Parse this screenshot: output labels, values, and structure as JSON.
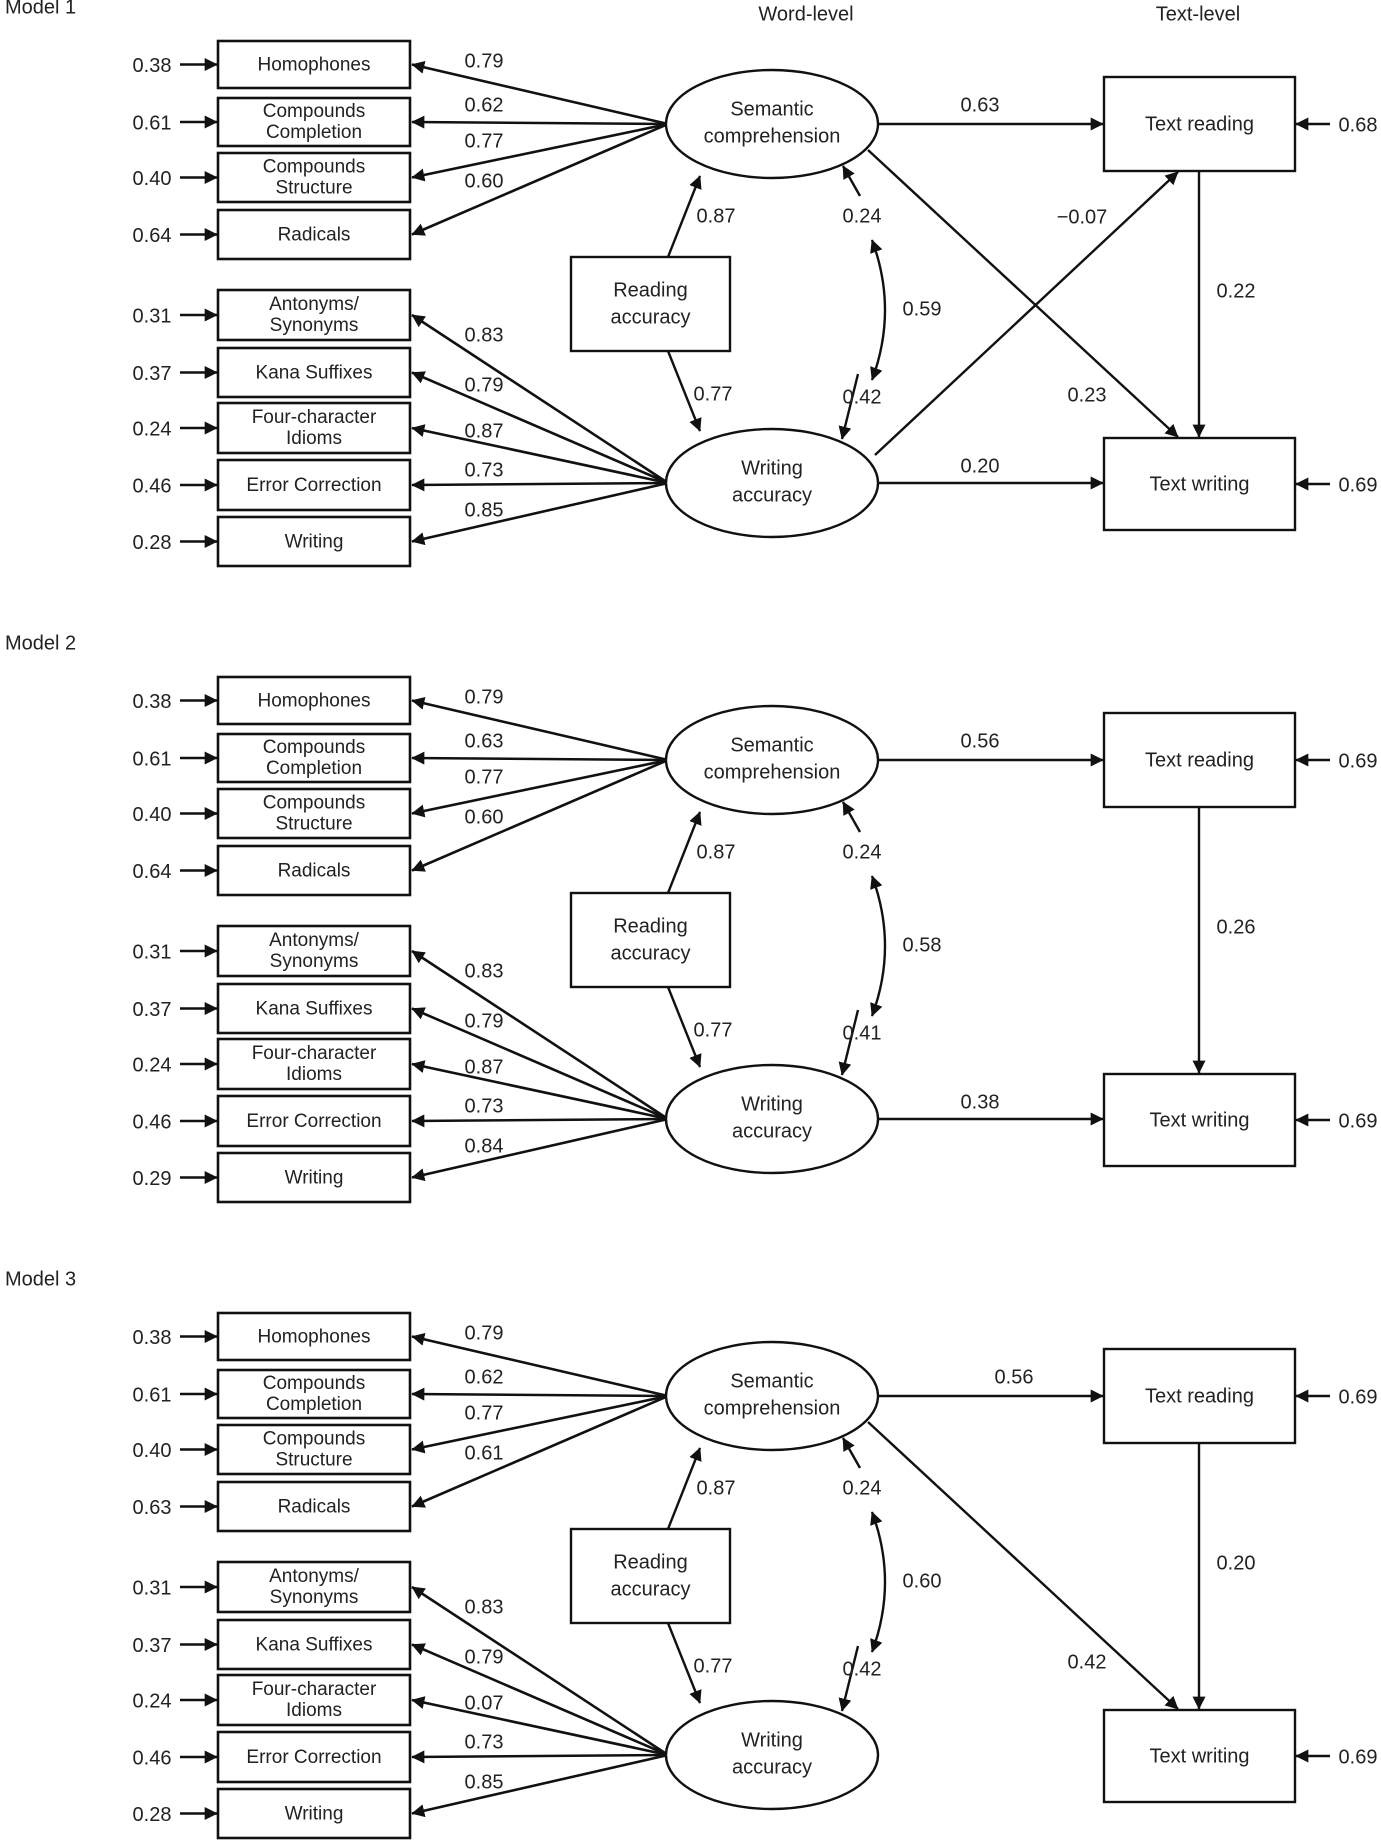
{
  "headers": {
    "word_level": "Word-level",
    "text_level": "Text-level"
  },
  "indicator_labels": [
    [
      "Homophones"
    ],
    [
      "Compounds",
      "Completion"
    ],
    [
      "Compounds",
      "Structure"
    ],
    [
      "Radicals"
    ],
    [
      "Antonyms/",
      "Synonyms"
    ],
    [
      "Kana Suffixes"
    ],
    [
      "Four-character",
      "Idioms"
    ],
    [
      "Error Correction"
    ],
    [
      "Writing"
    ]
  ],
  "nodes": {
    "semantic": [
      "Semantic",
      "comprehension"
    ],
    "writing_acc": [
      "Writing",
      "accuracy"
    ],
    "reading_acc": [
      "Reading",
      "accuracy"
    ],
    "text_reading": "Text reading",
    "text_writing": "Text writing"
  },
  "models": [
    {
      "title": "Model 1",
      "errors": [
        "0.38",
        "0.61",
        "0.40",
        "0.64",
        "0.31",
        "0.37",
        "0.24",
        "0.46",
        "0.28"
      ],
      "loadings": [
        "0.79",
        "0.62",
        "0.77",
        "0.60",
        "0.83",
        "0.79",
        "0.87",
        "0.73",
        "0.85"
      ],
      "reading_to_semantic": "0.87",
      "reading_to_writing": "0.77",
      "semantic_residual": "0.24",
      "writing_residual": "0.42",
      "residual_covariance": "0.59",
      "semantic_to_text_reading": "0.63",
      "writing_to_text_writing": "0.20",
      "writing_to_text_reading": "−0.07",
      "semantic_to_text_writing": "0.23",
      "text_reading_to_text_writing": "0.22",
      "text_reading_error": "0.68",
      "text_writing_error": "0.69"
    },
    {
      "title": "Model 2",
      "errors": [
        "0.38",
        "0.61",
        "0.40",
        "0.64",
        "0.31",
        "0.37",
        "0.24",
        "0.46",
        "0.29"
      ],
      "loadings": [
        "0.79",
        "0.63",
        "0.77",
        "0.60",
        "0.83",
        "0.79",
        "0.87",
        "0.73",
        "0.84"
      ],
      "reading_to_semantic": "0.87",
      "reading_to_writing": "0.77",
      "semantic_residual": "0.24",
      "writing_residual": "0.41",
      "residual_covariance": "0.58",
      "semantic_to_text_reading": "0.56",
      "writing_to_text_writing": "0.38",
      "writing_to_text_reading": null,
      "semantic_to_text_writing": null,
      "text_reading_to_text_writing": "0.26",
      "text_reading_error": "0.69",
      "text_writing_error": "0.69"
    },
    {
      "title": "Model 3",
      "errors": [
        "0.38",
        "0.61",
        "0.40",
        "0.63",
        "0.31",
        "0.37",
        "0.24",
        "0.46",
        "0.28"
      ],
      "loadings": [
        "0.79",
        "0.62",
        "0.77",
        "0.61",
        "0.83",
        "0.79",
        "0.07",
        "0.73",
        "0.85"
      ],
      "reading_to_semantic": "0.87",
      "reading_to_writing": "0.77",
      "semantic_residual": "0.24",
      "writing_residual": "0.42",
      "residual_covariance": "0.60",
      "semantic_to_text_reading": "0.56",
      "writing_to_text_writing": null,
      "writing_to_text_reading": null,
      "semantic_to_text_writing": "0.42",
      "text_reading_to_text_writing": "0.20",
      "text_reading_error": "0.69",
      "text_writing_error": "0.69"
    }
  ]
}
